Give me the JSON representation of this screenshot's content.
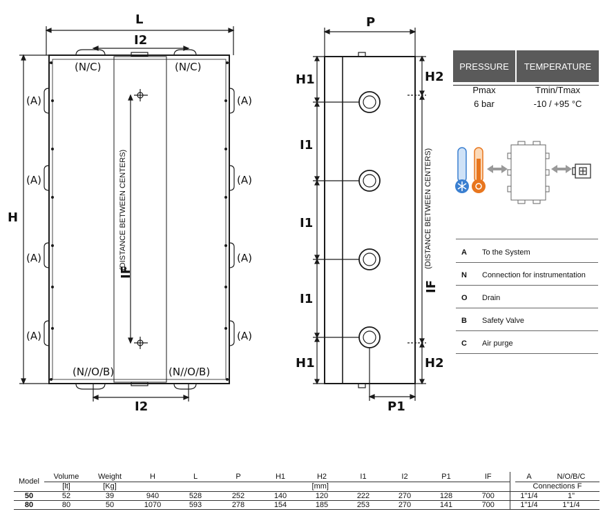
{
  "dims": {
    "L": "L",
    "I2": "I2",
    "H": "H",
    "IF": "IF",
    "distance_between_centers": "(DISTANCE BETWEEN CENTERS)",
    "P": "P",
    "P1": "P1",
    "H1": "H1",
    "H2": "H2",
    "I1": "I1"
  },
  "front_labels": {
    "nc": "(N/C)",
    "a": "(A)",
    "nob": "(N//O/B)"
  },
  "rating": {
    "pressure_header": "PRESSURE",
    "temperature_header": "TEMPERATURE",
    "pmax_label": "Pmax",
    "pmax_value": "6 bar",
    "tminmax_label": "Tmin/Tmax",
    "tminmax_value": "-10 / +95 °C"
  },
  "illustration_icons": [
    "thermometer-cold-icon",
    "thermometer-hot-icon",
    "double-arrow-icon",
    "tank-icon",
    "double-arrow-icon",
    "boiler-icon"
  ],
  "legend": [
    {
      "key": "A",
      "text": "To the System"
    },
    {
      "key": "N",
      "text": "Connection for instrumentation"
    },
    {
      "key": "O",
      "text": "Drain"
    },
    {
      "key": "B",
      "text": "Safety Valve"
    },
    {
      "key": "C",
      "text": "Air purge"
    }
  ],
  "spec_table": {
    "model_label": "Model",
    "headers": [
      "Volume",
      "Weight",
      "H",
      "L",
      "P",
      "H1",
      "H2",
      "I1",
      "I2",
      "P1",
      "IF"
    ],
    "units_volume": "[lt]",
    "units_weight": "[Kg]",
    "units_mm": "[mm]",
    "conn_headers": [
      "A",
      "N/O/B/C"
    ],
    "connections_label": "Connections  F",
    "rows": [
      {
        "model": "50",
        "values": [
          "52",
          "39",
          "940",
          "528",
          "252",
          "140",
          "120",
          "222",
          "270",
          "128",
          "700"
        ],
        "a": "1\"1/4",
        "nobc": "1\""
      },
      {
        "model": "80",
        "values": [
          "80",
          "50",
          "1070",
          "593",
          "278",
          "154",
          "185",
          "253",
          "270",
          "141",
          "700"
        ],
        "a": "1\"1/4",
        "nobc": "1\"1/4"
      }
    ]
  },
  "colors": {
    "line": "#1a1a1a",
    "rating_header_bg": "#5a5a5a",
    "rating_header_text": "#ffffff",
    "cold": "#3a7fd0",
    "hot": "#e8761e"
  }
}
